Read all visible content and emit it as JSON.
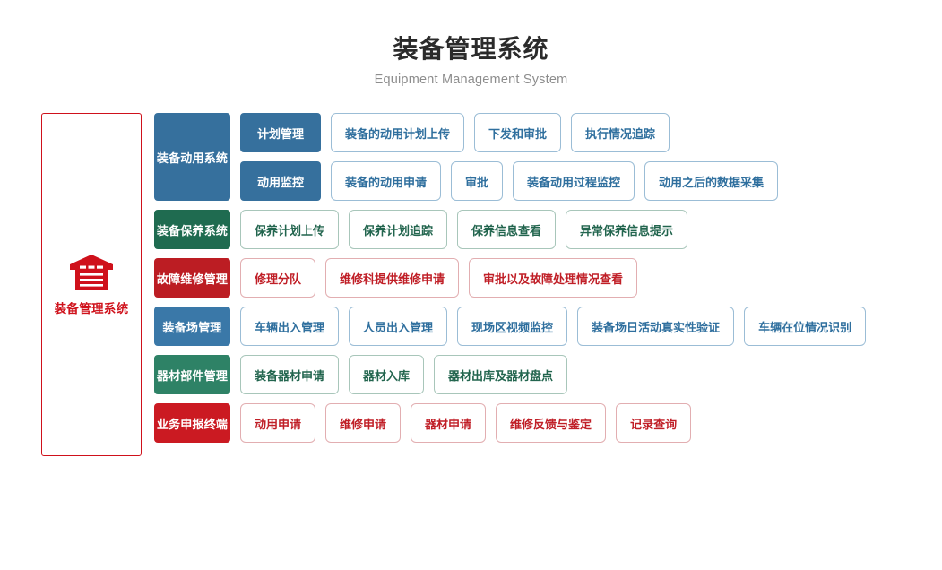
{
  "header": {
    "title": "装备管理系统",
    "subtitle": "Equipment Management System"
  },
  "brand": {
    "icon": "warehouse-icon",
    "label": "装备管理系统",
    "border_color": "#cf111b",
    "text_color": "#cf111b"
  },
  "palette": {
    "blue": "#36709d",
    "blue_light": "#3a78a8",
    "green": "#1f6b50",
    "green_light": "#2e8266",
    "red": "#bc1d23",
    "red_bright": "#cb1a22",
    "chip_blue_border": "#9bbdd6",
    "chip_blue_text": "#2f6f9e",
    "chip_green_border": "#a8c6ba",
    "chip_green_text": "#22654e",
    "chip_red_border": "#e2aeb1",
    "chip_red_text": "#c01f27"
  },
  "rows": [
    {
      "category": "装备动用系统",
      "theme": "blue",
      "subrows": [
        {
          "subcategory": "计划管理",
          "items": [
            "装备的动用计划上传",
            "下发和审批",
            "执行情况追踪"
          ]
        },
        {
          "subcategory": "动用监控",
          "items": [
            "装备的动用申请",
            "审批",
            "装备动用过程监控",
            "动用之后的数据采集"
          ]
        }
      ]
    },
    {
      "category": "装备保养系统",
      "theme": "green",
      "subrows": [
        {
          "subcategory": null,
          "items": [
            "保养计划上传",
            "保养计划追踪",
            "保养信息查看",
            "异常保养信息提示"
          ]
        }
      ]
    },
    {
      "category": "故障维修管理",
      "theme": "red",
      "subrows": [
        {
          "subcategory": null,
          "items": [
            "修理分队",
            "维修科提供维修申请",
            "审批以及故障处理情况查看"
          ]
        }
      ]
    },
    {
      "category": "装备场管理",
      "theme": "blue2",
      "subrows": [
        {
          "subcategory": null,
          "items": [
            "车辆出入管理",
            "人员出入管理",
            "现场区视频监控",
            "装备场日活动真实性验证",
            "车辆在位情况识别"
          ]
        }
      ]
    },
    {
      "category": "器材部件管理",
      "theme": "green2",
      "subrows": [
        {
          "subcategory": null,
          "items": [
            "装备器材申请",
            "器材入库",
            "器材出库及器材盘点"
          ]
        }
      ]
    },
    {
      "category": "业务申报终端",
      "theme": "red2",
      "subrows": [
        {
          "subcategory": null,
          "items": [
            "动用申请",
            "维修申请",
            "器材申请",
            "维修反馈与鉴定",
            "记录查询"
          ]
        }
      ]
    }
  ]
}
